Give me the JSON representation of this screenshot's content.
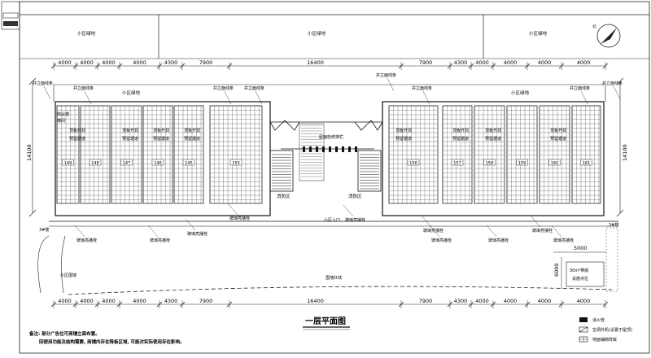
{
  "drawing": {
    "title": "一层平面图",
    "north_label": "北",
    "top_strip_labels": [
      "小区绿地",
      "小区绿地",
      "小区绿地"
    ],
    "building_top_labels": [
      "小区绿地",
      "小区绿地"
    ],
    "dims_top": [
      "4000",
      "4000",
      "4000",
      "4000",
      "4300",
      "7900",
      "16400",
      "7900",
      "4300",
      "4000",
      "4000",
      "4000",
      "4000"
    ],
    "dims_bottom": [
      "4000",
      "4000",
      "4000",
      "4000",
      "4300",
      "7900",
      "16400",
      "7900",
      "4300",
      "4000",
      "4000",
      "4000",
      "4000"
    ],
    "dim_side_left": "14100",
    "dim_side_right": "14100",
    "dim_5000": "5000",
    "dim_6000": "6000",
    "callouts_top": [
      "并立面线条",
      "并立面线条",
      "并立面线条",
      "并立面线条",
      "并立面线条",
      "并立面线条",
      "并立面线条",
      "并立面线条"
    ],
    "callouts_bottom": [
      "玻璃亮播栓",
      "玻璃亮播栓",
      "玻璃亮播栓",
      "玻璃亮播栓",
      "玻璃亮播栓",
      "玻璃亮播栓",
      "玻璃亮播栓",
      "玻璃亮播栓",
      "玻璃亮播栓",
      "玻璃亮播栓"
    ],
    "unit_labels_left": [
      "顶板开洞\n预留烟道",
      "顶板开洞\n预留烟道",
      "顶板开洞\n预留烟道",
      "顶板开洞\n预留烟道"
    ],
    "unit_labels_right": [
      "顶板开洞\n预留烟道",
      "顶板开洞\n预留烟道",
      "顶板开洞\n预留烟道",
      "顶板开洞\n预留烟道"
    ],
    "room_numbers_left": [
      "149",
      "148",
      "147",
      "146",
      "145",
      "155"
    ],
    "room_numbers_right": [
      "156",
      "157",
      "158",
      "159",
      "160",
      "161"
    ],
    "center_labels": [
      "屋面检修排栏",
      "消防区",
      "消防区",
      "小区入口"
    ],
    "left_mark": "商业楼\n梯间",
    "wall_label": "围墙红线",
    "green_label_left": "小区围墙",
    "point_label": "30m²带底\n设施点位",
    "side_marks": [
      "3#楼",
      "3#楼"
    ],
    "legend": [
      {
        "symbol": "hydrant",
        "label": "消火栓"
      },
      {
        "symbol": "ac",
        "label": "空调外机(设置于屋顶)"
      },
      {
        "symbol": "floor",
        "label": "地面铺砌样板"
      }
    ],
    "notes": [
      "备注: 部分广告位可商铺立面布置。",
      "回便用功能及结构需要, 商铺内存在降板区域, 可能对实际使用存在影响。"
    ]
  }
}
